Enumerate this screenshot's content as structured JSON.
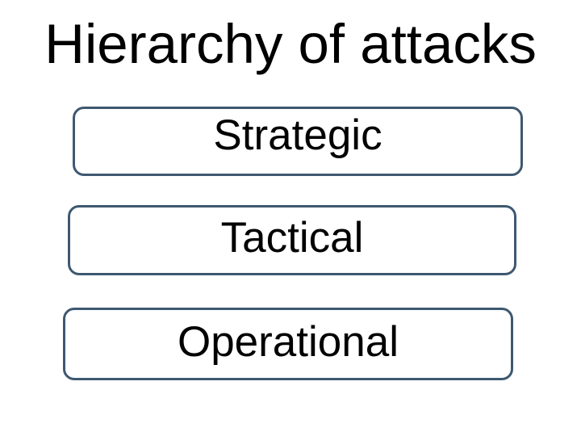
{
  "slide": {
    "title": "Hierarchy of attacks",
    "boxes": [
      {
        "id": "strategic",
        "label": "Strategic"
      },
      {
        "id": "tactical",
        "label": "Tactical"
      },
      {
        "id": "operational",
        "label": "Operational"
      }
    ],
    "colors": {
      "background": "#FFFFFF",
      "box_border": "#3E5870",
      "text": "#000000"
    }
  }
}
